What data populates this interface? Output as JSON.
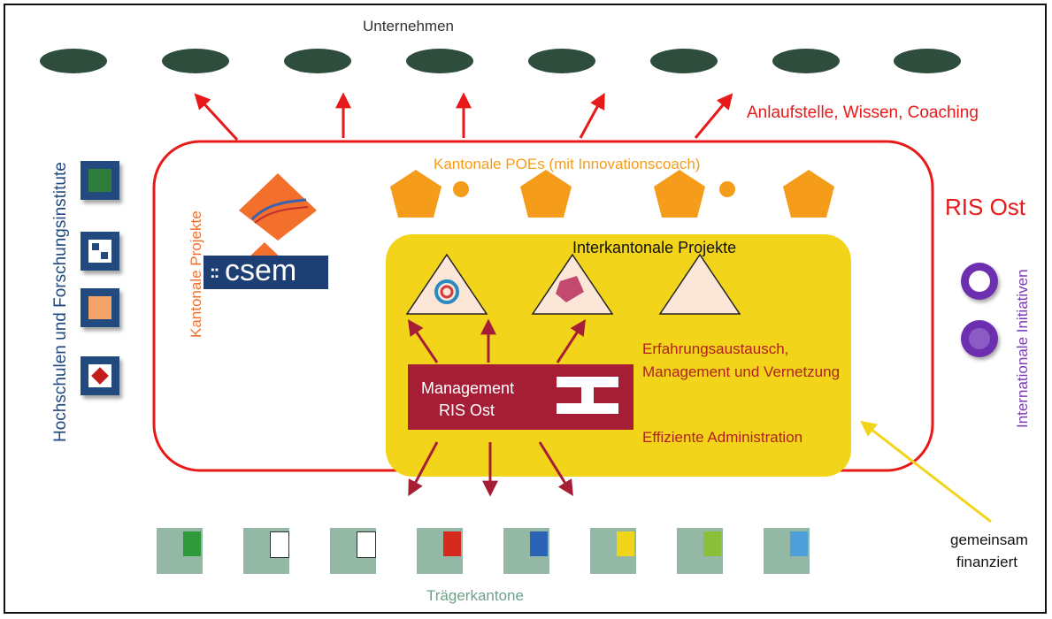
{
  "labels": {
    "unternehmen": "Unternehmen",
    "anlaufstelle": "Anlaufstelle, Wissen, Coaching",
    "kantonale_poes": "Kantonale POEs (mit Innovationscoach)",
    "ris_ost": "RIS Ost",
    "kantonale_projekte": "Kantonale Projekte",
    "hochschulen": "Hochschulen und Forschungsinstitute",
    "internationale": "Internationale Initiativen",
    "interkantonale": "Interkantonale Projekte",
    "csem_logo": "CSEM",
    "management_line1": "Management",
    "management_line2": "RIS Ost",
    "erfahrung_line1": "Erfahrungsaustausch,",
    "erfahrung_line2": "Management und Vernetzung",
    "effiziente": "Effiziente Administration",
    "gemeinsam_line1": "gemeinsam",
    "gemeinsam_line2": "finanziert",
    "traegerkantone": "Trägerkantone"
  },
  "colors": {
    "ellipse": "#2e4d3d",
    "red": "#e81919",
    "orange": "#f59c1b",
    "yellow": "#f2d51b",
    "maroon": "#a51e36",
    "darkred": "#b02020",
    "blue": "#224a7e",
    "purple": "#7b3bb0",
    "canton": "#94b8a6"
  },
  "company_count": 8,
  "poe_count": 4,
  "canton_count": 8
}
